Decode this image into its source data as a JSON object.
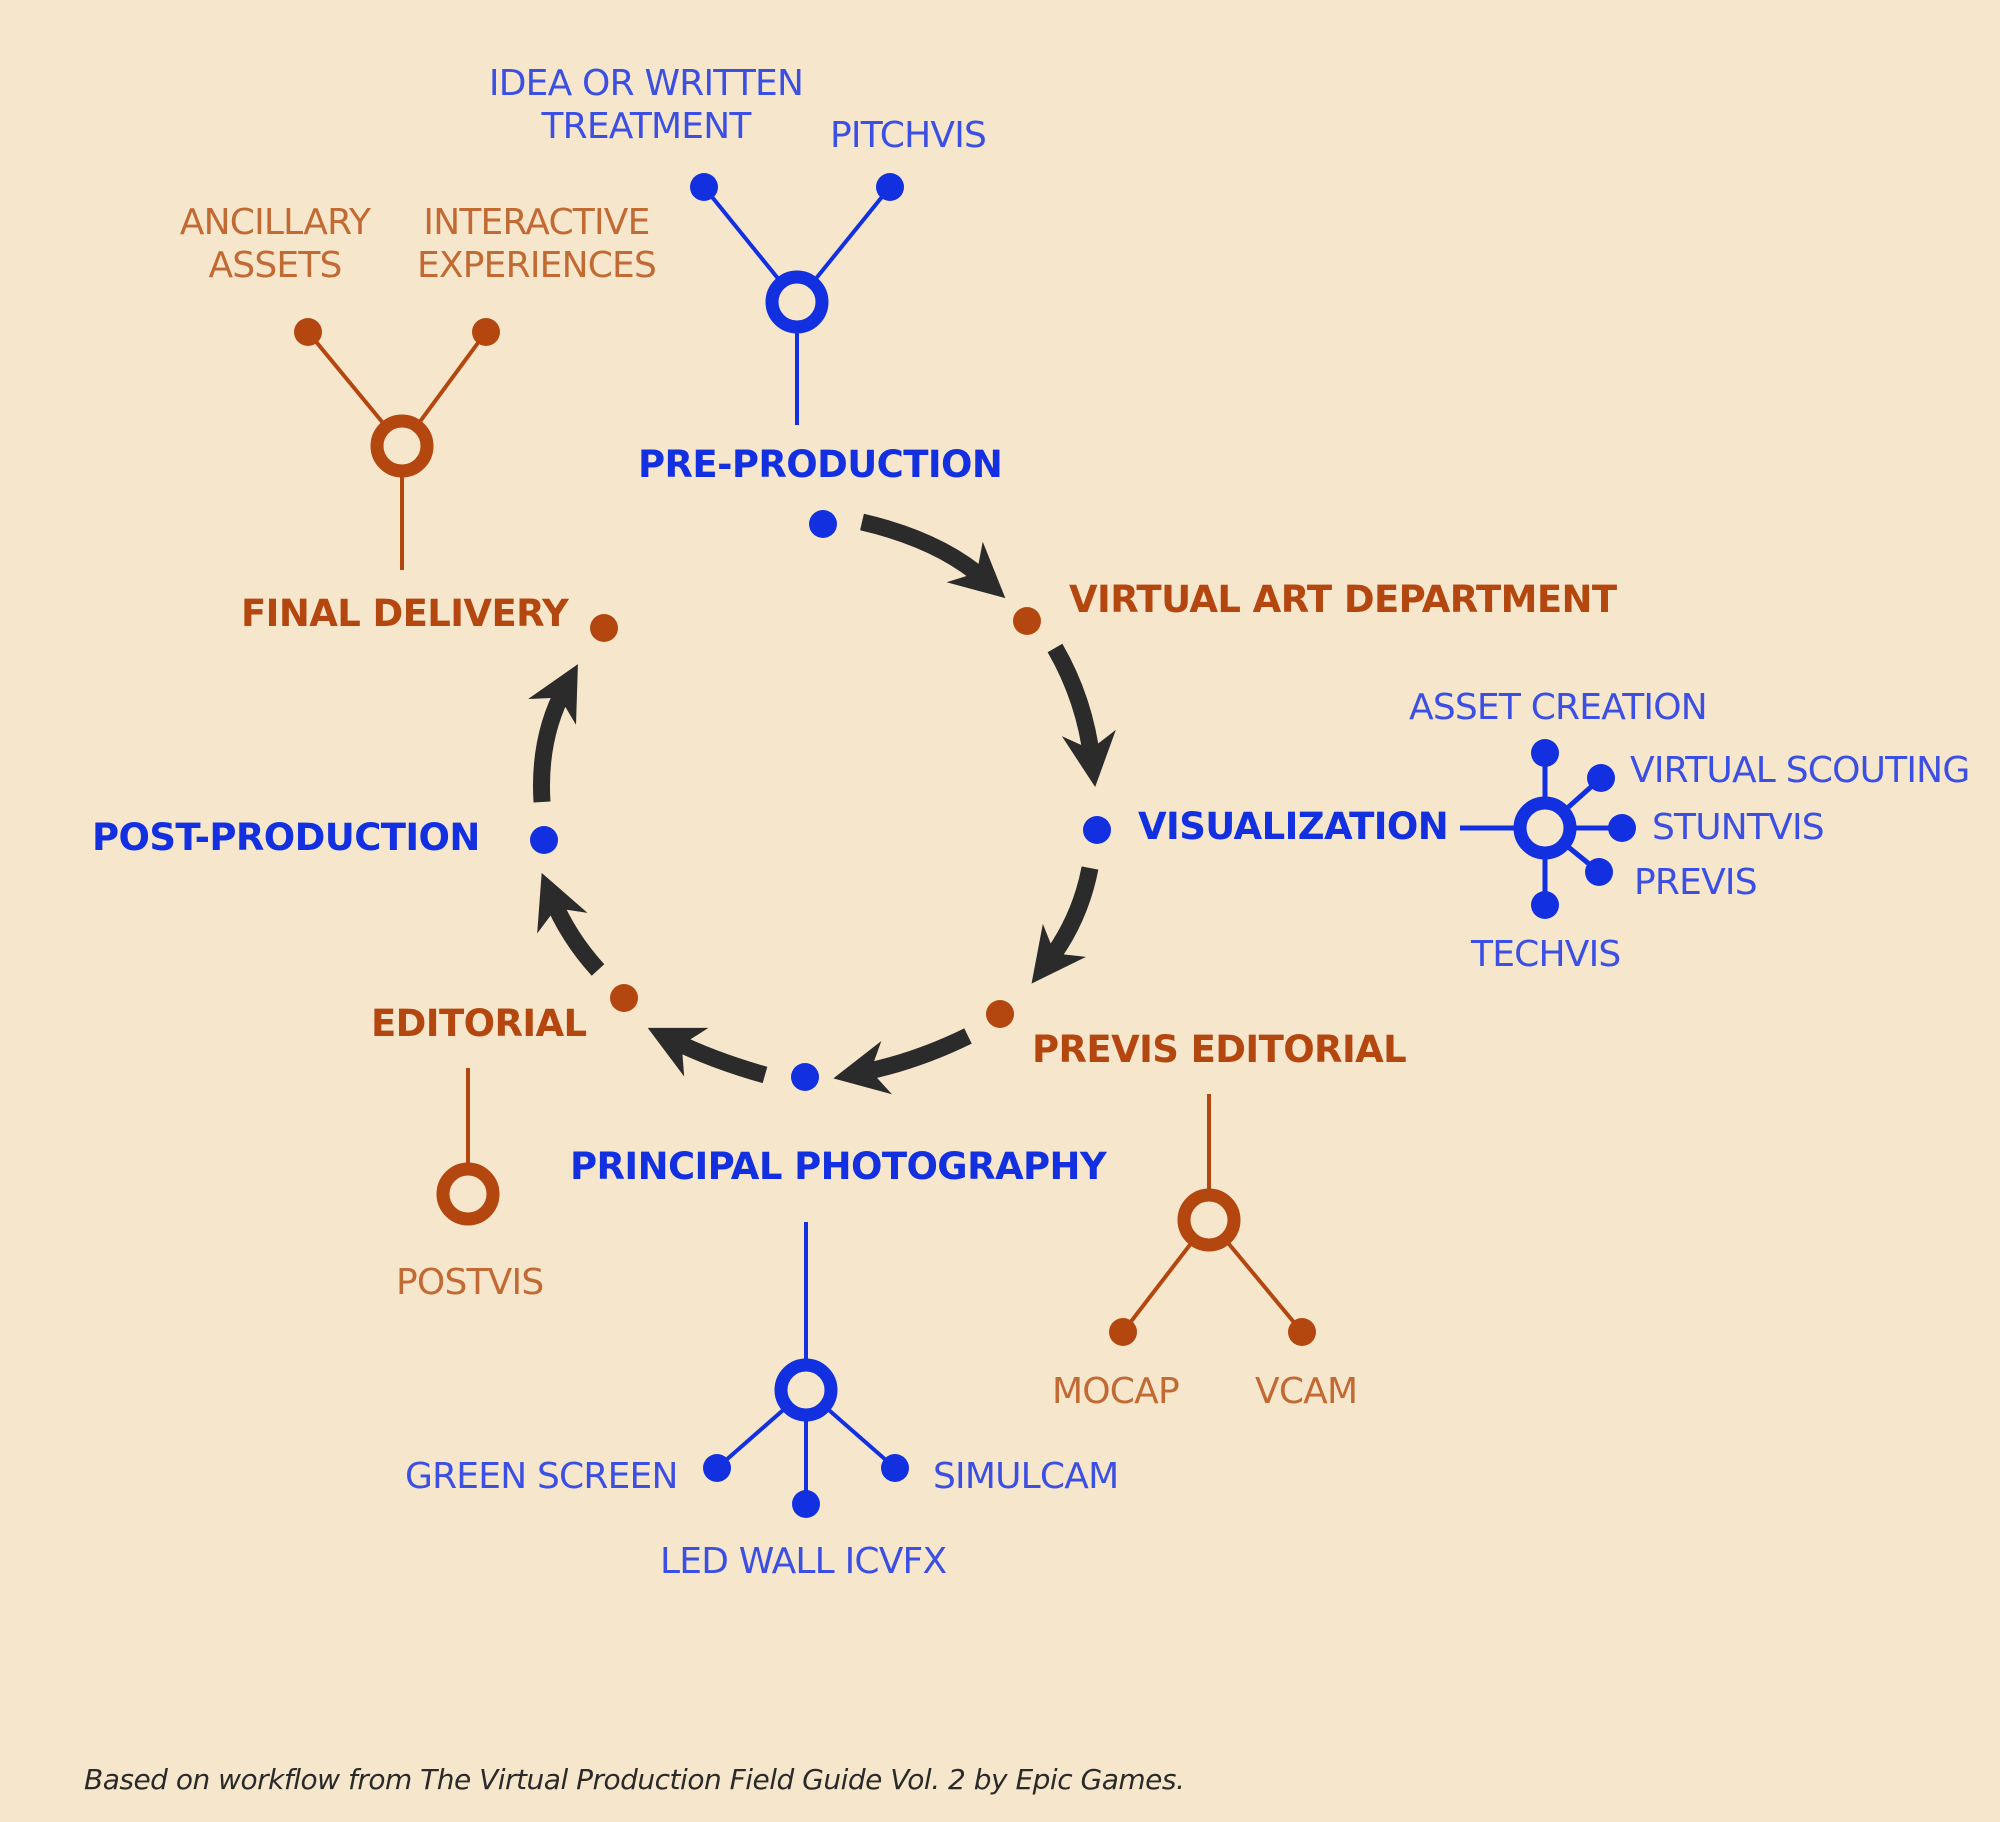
{
  "colors": {
    "background": "#f6e7cc",
    "blue": "#1230e0",
    "orange": "#b3470f",
    "arrow": "#2b2b2b"
  },
  "stages": {
    "pre_production": "PRE-PRODUCTION",
    "virtual_art_department": "VIRTUAL ART DEPARTMENT",
    "visualization": "VISUALIZATION",
    "previs_editorial": "PREVIS EDITORIAL",
    "principal_photography": "PRINCIPAL PHOTOGRAPHY",
    "editorial": "EDITORIAL",
    "post_production": "POST-PRODUCTION",
    "final_delivery": "FINAL DELIVERY"
  },
  "branches": {
    "pre_production": [
      "IDEA OR WRITTEN\nTREATMENT",
      "PITCHVIS"
    ],
    "final_delivery": [
      "ANCILLARY\nASSETS",
      "INTERACTIVE\nEXPERIENCES"
    ],
    "visualization": [
      "ASSET CREATION",
      "VIRTUAL SCOUTING",
      "STUNTVIS",
      "PREVIS",
      "TECHVIS"
    ],
    "previs_editorial": [
      "MOCAP",
      "VCAM"
    ],
    "principal_photography": [
      "GREEN SCREEN",
      "SIMULCAM",
      "LED WALL ICVFX"
    ],
    "editorial": [
      "POSTVIS"
    ]
  },
  "caption": "Based on workflow from The Virtual Production Field Guide Vol. 2 by Epic Games."
}
